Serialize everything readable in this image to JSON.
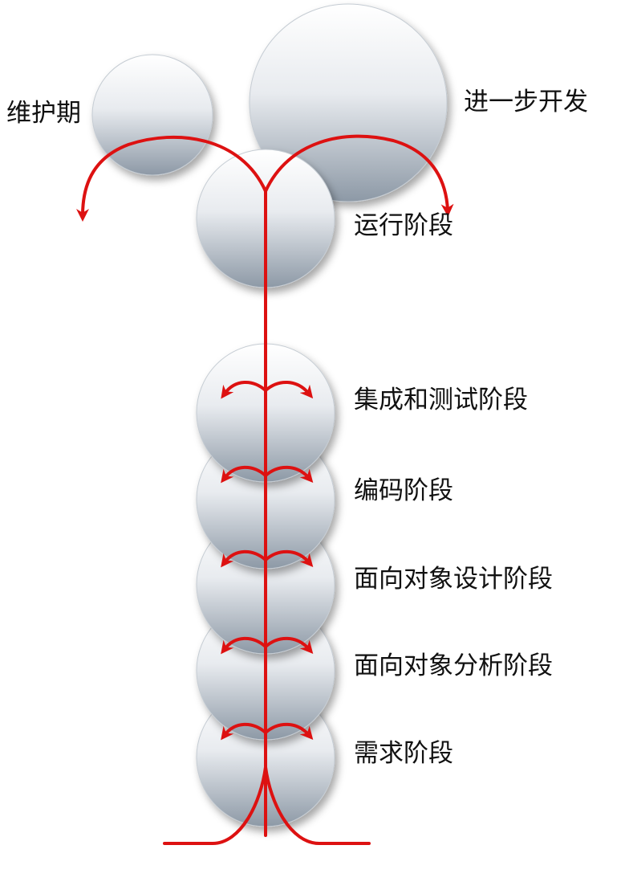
{
  "labels": {
    "maintenance": "维护期",
    "further_dev": "进一步开发",
    "operation": "运行阶段",
    "integration_test": "集成和测试阶段",
    "coding": "编码阶段",
    "oo_design": "面向对象设计阶段",
    "oo_analysis": "面向对象分析阶段",
    "requirements": "需求阶段"
  },
  "colors": {
    "arrow": "#dd1111",
    "bubble_light": "#f7f8fa",
    "bubble_dark": "#8d99a6"
  }
}
